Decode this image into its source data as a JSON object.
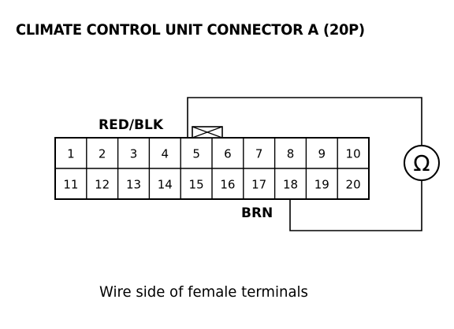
{
  "title": "CLIMATE CONTROL UNIT CONNECTOR A (20P)",
  "connector": {
    "pins_top_row": [
      "1",
      "2",
      "3",
      "4",
      "5",
      "6",
      "7",
      "8",
      "9",
      "10"
    ],
    "pins_bottom_row": [
      "11",
      "12",
      "13",
      "14",
      "15",
      "16",
      "17",
      "18",
      "19",
      "20"
    ]
  },
  "probes": [
    {
      "wire_label": "RED/BLK",
      "pin": "5"
    },
    {
      "wire_label": "BRN",
      "pin": "18"
    }
  ],
  "meter": {
    "symbol": "Ω",
    "icon": "ohmmeter-icon"
  },
  "caption": "Wire side of female terminals"
}
